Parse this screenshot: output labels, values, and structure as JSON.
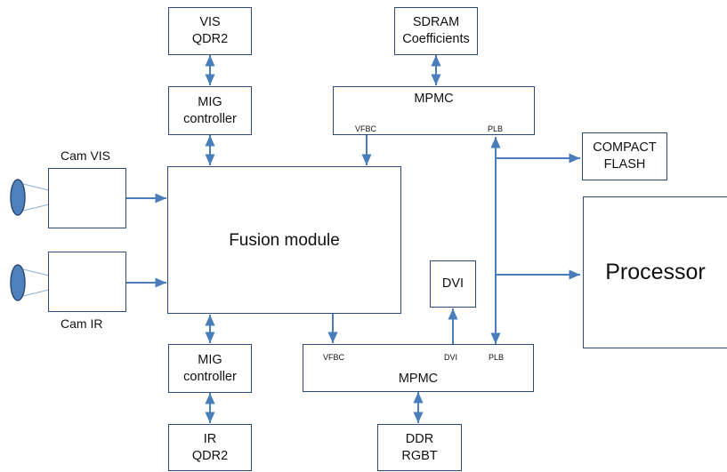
{
  "blocks": {
    "vis_qdr2": [
      "VIS",
      "QDR2"
    ],
    "sdram": [
      "SDRAM",
      "Coefficients"
    ],
    "mig_top": [
      "MIG",
      "controller"
    ],
    "mpmc_top": "MPMC",
    "compact_flash": [
      "COMPACT",
      "FLASH"
    ],
    "fusion": "Fusion module",
    "processor": "Processor",
    "dvi": "DVI",
    "mig_bottom": [
      "MIG",
      "controller"
    ],
    "mpmc_bottom": "MPMC",
    "ir_qdr2": [
      "IR",
      "QDR2"
    ],
    "ddr": [
      "DDR",
      "RGBT"
    ]
  },
  "ports": {
    "top_vfbc": "VFBC",
    "top_plb": "PLB",
    "bottom_vfbc": "VFBC",
    "bottom_dvi": "DVI",
    "bottom_plb": "PLB"
  },
  "cameras": {
    "vis": "Cam VIS",
    "ir": "Cam IR"
  },
  "colors": {
    "box_border": "#2e4a7a",
    "arrow": "#4a7ebb",
    "lens_fill": "#4f81bd",
    "lens_stroke": "#2e4a7a"
  }
}
